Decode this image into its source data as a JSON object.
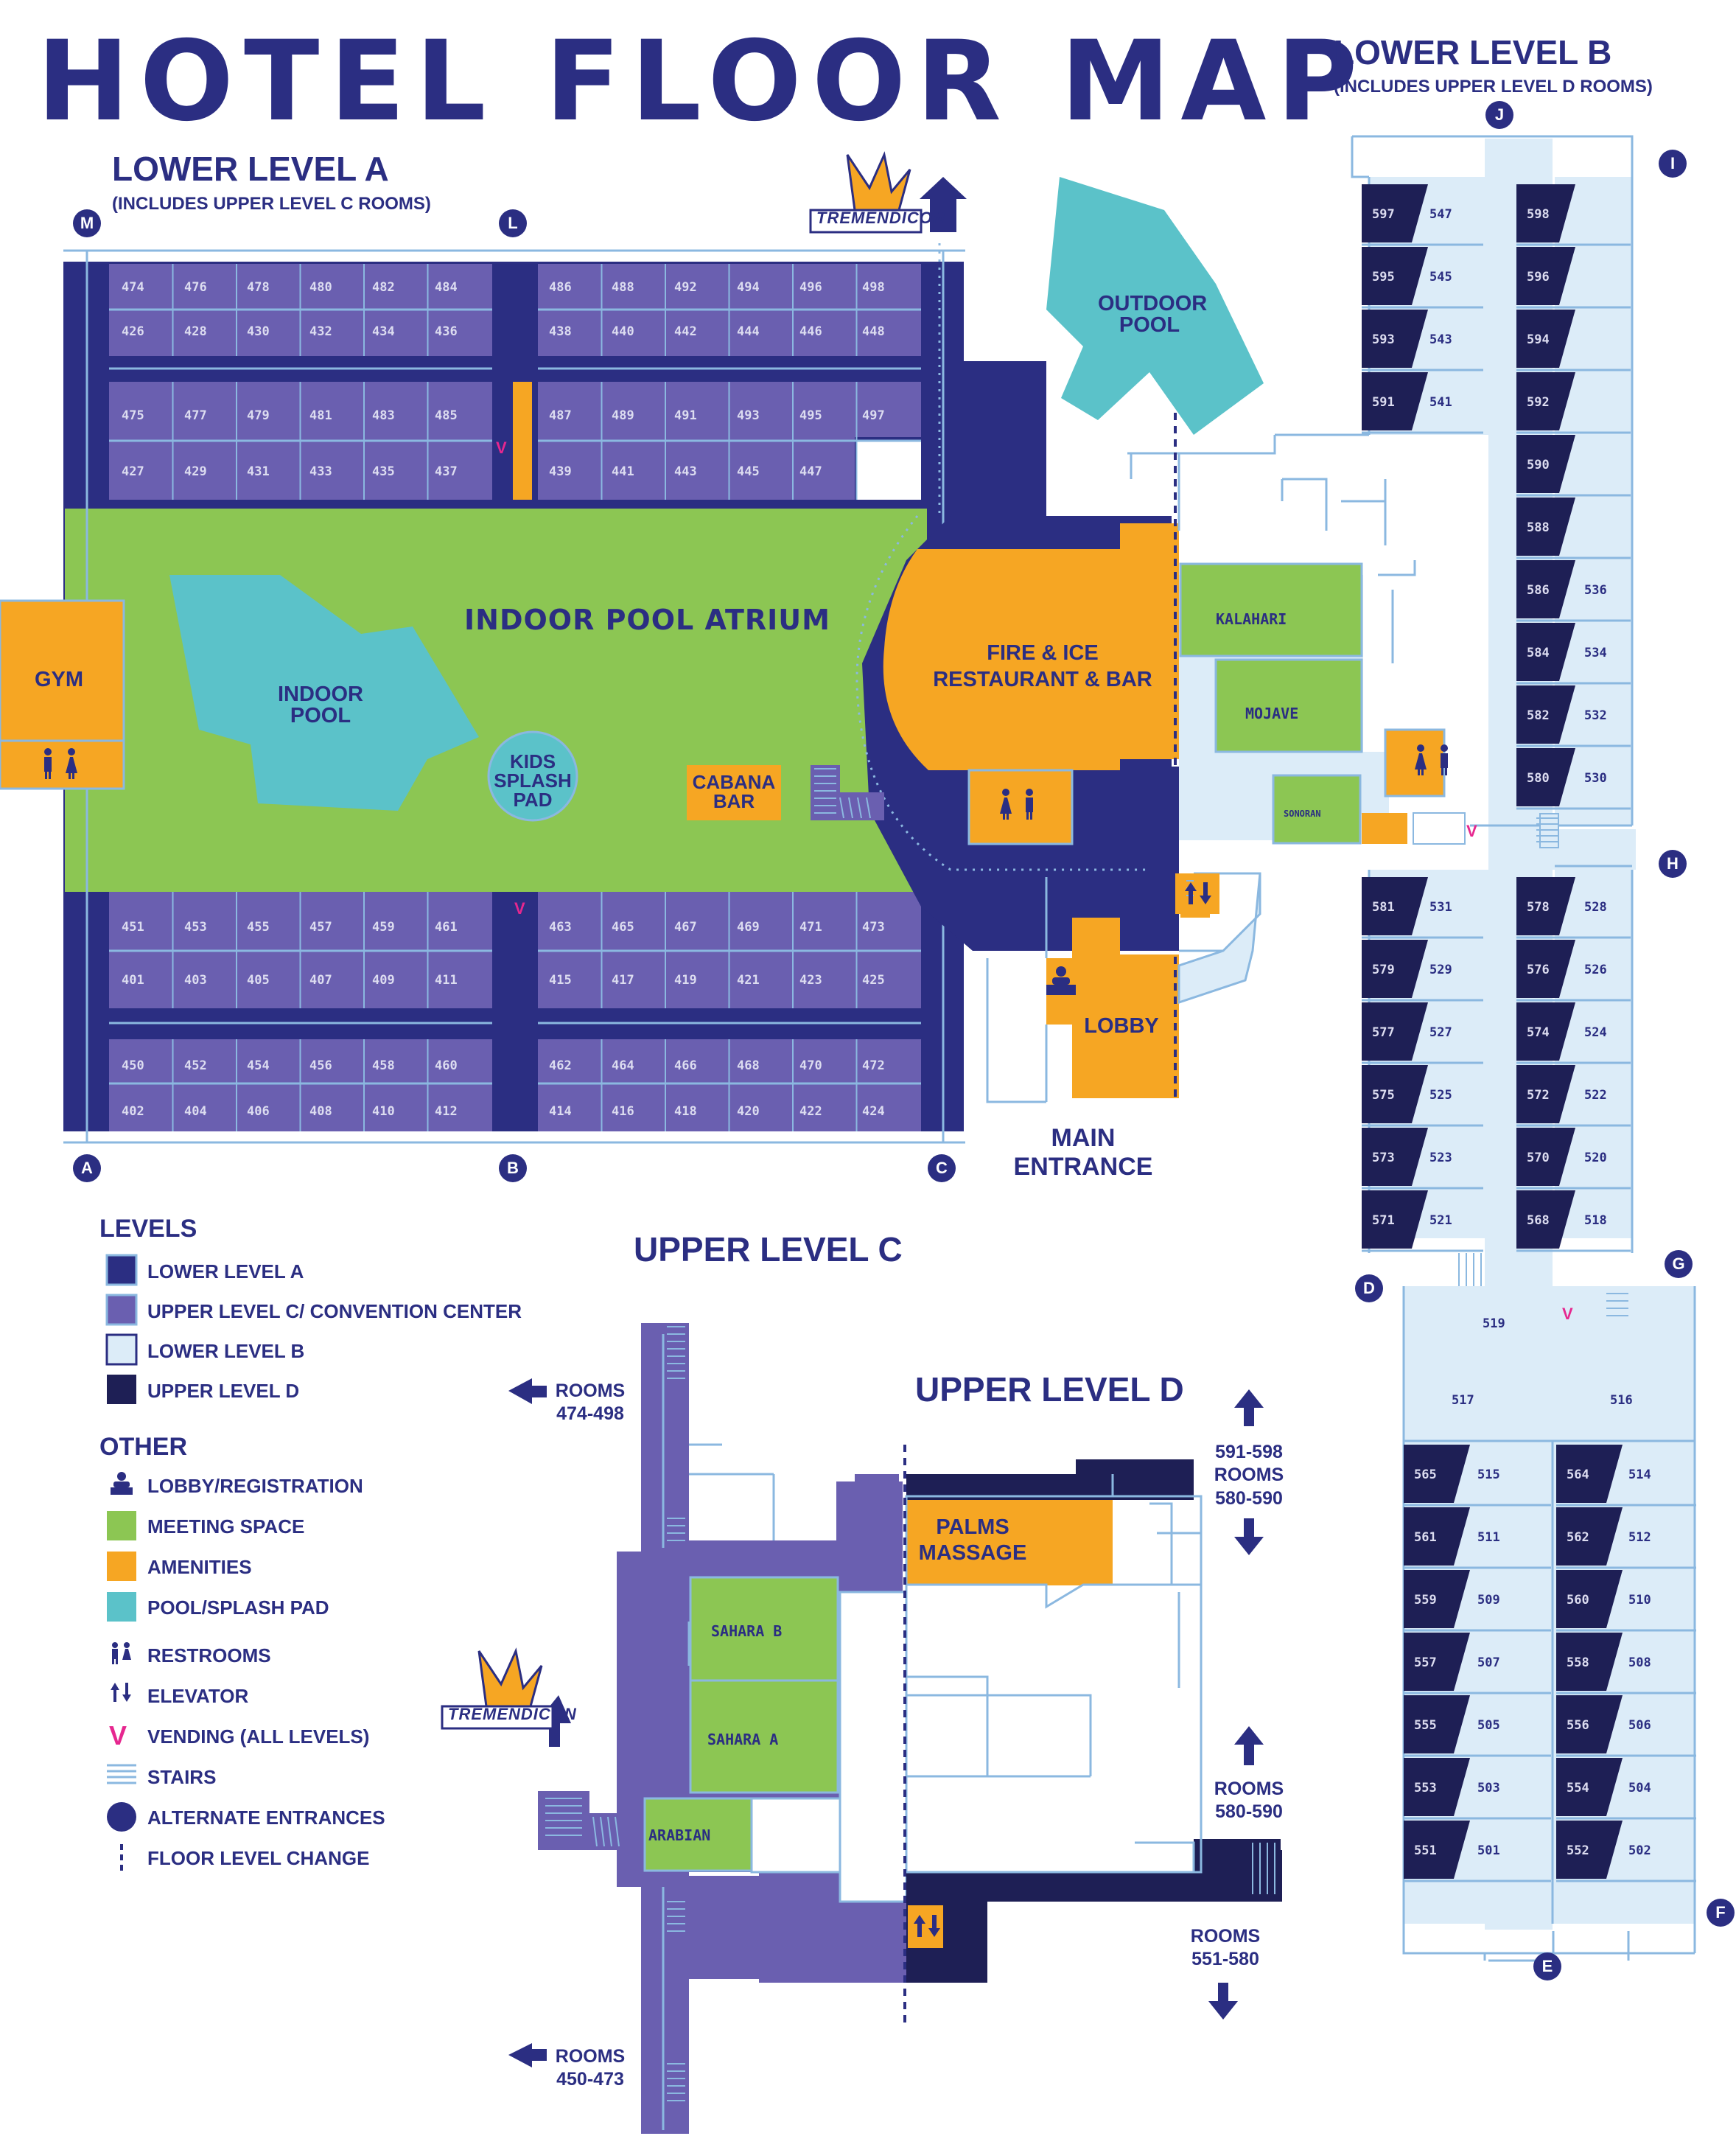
{
  "title": "HOTEL FLOOR MAP",
  "sections": {
    "lower_a": {
      "title": "LOWER LEVEL A",
      "subtitle": "(INCLUDES UPPER LEVEL C ROOMS)"
    },
    "lower_b": {
      "title": "LOWER LEVEL B",
      "subtitle": "(INCLUDES UPPER LEVEL D ROOMS)"
    },
    "upper_c": {
      "title": "UPPER LEVEL C"
    },
    "upper_d": {
      "title": "UPPER LEVEL D"
    }
  },
  "areas": {
    "outdoor_pool": "OUTDOOR\nPOOL",
    "indoor_pool_atrium": "INDOOR POOL ATRIUM",
    "indoor_pool": "INDOOR\nPOOL",
    "kids_splash_pad": "KIDS\nSPLASH\nPAD",
    "gym": "GYM",
    "cabana_bar": "CABANA\nBAR",
    "fire_ice": "FIRE & ICE\nRESTAURANT & BAR",
    "lobby": "LOBBY",
    "main_entrance": "MAIN\nENTRANCE",
    "kalahari": "KALAHARI",
    "mojave": "MOJAVE",
    "sonoran": "SONORAN",
    "palms_massage": "PALMS\nMASSAGE",
    "sahara_b": "SAHARA B",
    "sahara_a": "SAHARA A",
    "arabian": "ARABIAN"
  },
  "brand": "TREMENDICON",
  "entrances": [
    "M",
    "L",
    "A",
    "B",
    "C",
    "J",
    "I",
    "H",
    "G",
    "D",
    "E",
    "F"
  ],
  "lower_a_rooms": {
    "top_upper": [
      "474",
      "476",
      "478",
      "480",
      "482",
      "484",
      "486",
      "488",
      "492",
      "494",
      "496",
      "498"
    ],
    "top_lower": [
      "426",
      "428",
      "430",
      "432",
      "434",
      "436",
      "438",
      "440",
      "442",
      "444",
      "446",
      "448"
    ],
    "mid_upper": [
      "475",
      "477",
      "479",
      "481",
      "483",
      "485",
      "487",
      "489",
      "491",
      "493",
      "495",
      "497"
    ],
    "mid_lower": [
      "427",
      "429",
      "431",
      "433",
      "435",
      "437",
      "439",
      "441",
      "443",
      "445",
      "447"
    ],
    "bot1_upper": [
      "451",
      "453",
      "455",
      "457",
      "459",
      "461",
      "463",
      "465",
      "467",
      "469",
      "471",
      "473"
    ],
    "bot1_lower": [
      "401",
      "403",
      "405",
      "407",
      "409",
      "411",
      "415",
      "417",
      "419",
      "421",
      "423",
      "425"
    ],
    "bot2_upper": [
      "450",
      "452",
      "454",
      "456",
      "458",
      "460",
      "462",
      "464",
      "466",
      "468",
      "470",
      "472"
    ],
    "bot2_lower": [
      "402",
      "404",
      "406",
      "408",
      "410",
      "412",
      "414",
      "416",
      "418",
      "420",
      "422",
      "424"
    ]
  },
  "lower_b_rooms": {
    "left_top": [
      [
        "597",
        "547"
      ],
      [
        "595",
        "545"
      ],
      [
        "593",
        "543"
      ],
      [
        "591",
        "541"
      ]
    ],
    "right_top": [
      [
        "598",
        ""
      ],
      [
        "596",
        ""
      ],
      [
        "594",
        ""
      ],
      [
        "592",
        ""
      ],
      [
        "590",
        ""
      ],
      [
        "588",
        ""
      ],
      [
        "586",
        "536"
      ],
      [
        "584",
        "534"
      ],
      [
        "582",
        "532"
      ],
      [
        "580",
        "530"
      ]
    ],
    "left_mid": [
      [
        "581",
        "531"
      ],
      [
        "579",
        "529"
      ],
      [
        "577",
        "527"
      ],
      [
        "575",
        "525"
      ],
      [
        "573",
        "523"
      ],
      [
        "571",
        "521"
      ]
    ],
    "right_mid": [
      [
        "578",
        "528"
      ],
      [
        "576",
        "526"
      ],
      [
        "574",
        "524"
      ],
      [
        "572",
        "522"
      ],
      [
        "570",
        "520"
      ],
      [
        "568",
        "518"
      ]
    ],
    "center": [
      "519",
      "517",
      "516"
    ],
    "left_bot": [
      [
        "565",
        "515"
      ],
      [
        "561",
        "511"
      ],
      [
        "559",
        "509"
      ],
      [
        "557",
        "507"
      ],
      [
        "555",
        "505"
      ],
      [
        "553",
        "503"
      ],
      [
        "551",
        "501"
      ]
    ],
    "right_bot": [
      [
        "564",
        "514"
      ],
      [
        "562",
        "512"
      ],
      [
        "560",
        "510"
      ],
      [
        "558",
        "508"
      ],
      [
        "556",
        "506"
      ],
      [
        "554",
        "504"
      ],
      [
        "552",
        "502"
      ]
    ]
  },
  "directions": {
    "rooms_474": {
      "label": "ROOMS",
      "range": "474-498"
    },
    "rooms_450": {
      "label": "ROOMS",
      "range": "450-473"
    },
    "rooms_591": {
      "range": "591-598",
      "label": "ROOMS",
      "range2": "580-590"
    },
    "rooms_580": {
      "label": "ROOMS",
      "range": "580-590"
    },
    "rooms_551": {
      "label": "ROOMS",
      "range": "551-580"
    }
  },
  "legend": {
    "levels_title": "LEVELS",
    "levels": [
      {
        "label": "LOWER LEVEL A",
        "color": "#2b2e82"
      },
      {
        "label": "UPPER LEVEL C/ CONVENTION CENTER",
        "color": "#6a5fb0"
      },
      {
        "label": "LOWER LEVEL B",
        "color": "#dcecf8"
      },
      {
        "label": "UPPER LEVEL D",
        "color": "#1e1f55"
      }
    ],
    "other_title": "OTHER",
    "other": [
      {
        "label": "LOBBY/REGISTRATION",
        "icon": "desk-icon"
      },
      {
        "label": "MEETING SPACE",
        "color": "#8cc653"
      },
      {
        "label": "AMENITIES",
        "color": "#f6a623"
      },
      {
        "label": "POOL/SPLASH PAD",
        "color": "#5bc2c9"
      },
      {
        "label": "RESTROOMS",
        "icon": "restroom-icon"
      },
      {
        "label": "ELEVATOR",
        "icon": "elevator-icon"
      },
      {
        "label": "VENDING (ALL LEVELS)",
        "icon": "vending-icon",
        "symbol": "V"
      },
      {
        "label": "STAIRS",
        "icon": "stairs-icon"
      },
      {
        "label": "ALTERNATE ENTRANCES",
        "icon": "entrance-dot-icon"
      },
      {
        "label": "FLOOR LEVEL CHANGE",
        "icon": "dashed-line-icon"
      }
    ]
  },
  "colors": {
    "navy": "#2b2e82",
    "purple": "#6a5fb0",
    "light_blue": "#dcecf8",
    "dark_navy": "#1e1f55",
    "green": "#8cc653",
    "orange": "#f6a623",
    "teal": "#5bc2c9",
    "pink": "#e6278f",
    "outline": "#8bb8e0"
  }
}
